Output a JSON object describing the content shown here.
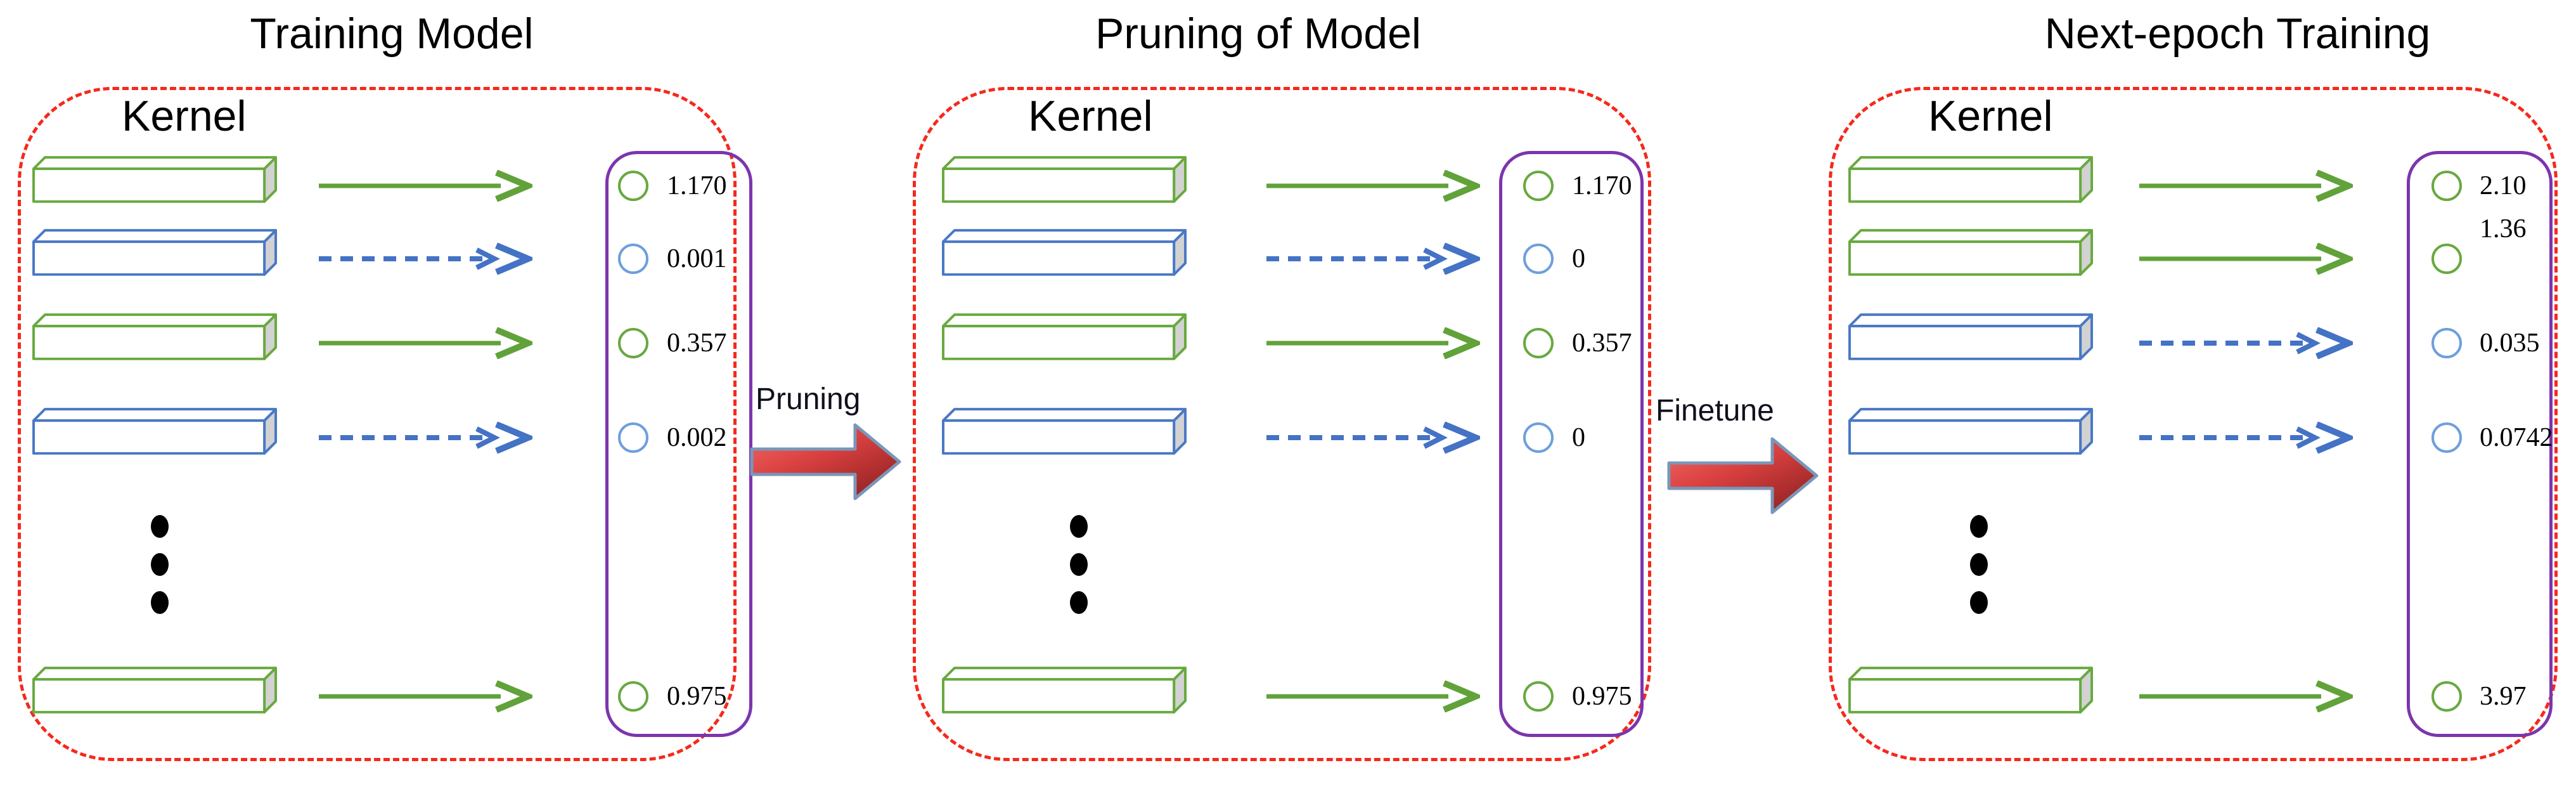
{
  "figure": {
    "type": "diagram",
    "topic": "kernel pruning and finetuning across training epochs",
    "panels": [
      {
        "title": "Training Model",
        "kernel_label": "Kernel",
        "rows": [
          {
            "kernel_color": "green",
            "arrow_style": "solid",
            "value": "1.170"
          },
          {
            "kernel_color": "blue",
            "arrow_style": "dashed",
            "value": "0.001"
          },
          {
            "kernel_color": "green",
            "arrow_style": "solid",
            "value": "0.357"
          },
          {
            "kernel_color": "blue",
            "arrow_style": "dashed",
            "value": "0.002"
          },
          {
            "kernel_color": "green",
            "arrow_style": "solid",
            "value": "0.975"
          }
        ]
      },
      {
        "title": "Pruning of Model",
        "kernel_label": "Kernel",
        "rows": [
          {
            "kernel_color": "green",
            "arrow_style": "solid",
            "value": "1.170"
          },
          {
            "kernel_color": "blue",
            "arrow_style": "dashed",
            "value": "0"
          },
          {
            "kernel_color": "green",
            "arrow_style": "solid",
            "value": "0.357"
          },
          {
            "kernel_color": "blue",
            "arrow_style": "dashed",
            "value": "0"
          },
          {
            "kernel_color": "green",
            "arrow_style": "solid",
            "value": "0.975"
          }
        ]
      },
      {
        "title": "Next-epoch Training",
        "kernel_label": "Kernel",
        "rows": [
          {
            "kernel_color": "green",
            "arrow_style": "solid",
            "value": "2.10"
          },
          {
            "kernel_color": "green",
            "arrow_style": "solid",
            "value": "1.36"
          },
          {
            "kernel_color": "blue",
            "arrow_style": "dashed",
            "value": "0.035"
          },
          {
            "kernel_color": "blue",
            "arrow_style": "dashed",
            "value": "0.0742"
          },
          {
            "kernel_color": "green",
            "arrow_style": "solid",
            "value": "3.97"
          }
        ]
      }
    ],
    "transitions": [
      {
        "label": "Pruning"
      },
      {
        "label": "Finetune"
      }
    ],
    "colors": {
      "green": "#68a93f",
      "blue_bar": "#4a78c5",
      "blue_circle": "#6d9fdd",
      "red_dashed_border": "#f5291c",
      "purple_box": "#7c35ad",
      "transition_arrow_light": "#f briefly"
    }
  }
}
